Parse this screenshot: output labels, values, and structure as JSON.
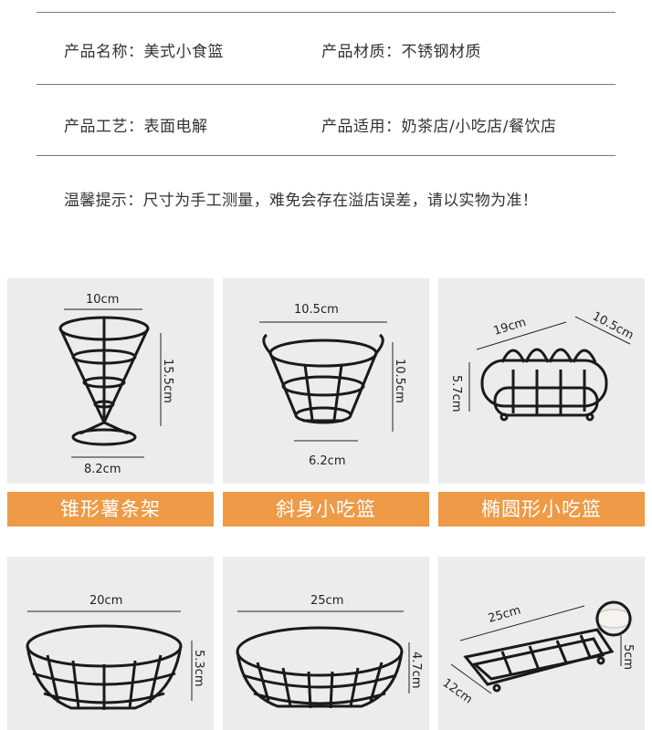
{
  "specs": {
    "name": "产品名称：美式小食篮",
    "material": "产品材质：不锈钢材质",
    "craft": "产品工艺：表面电解",
    "usage": "产品适用：奶茶店/小吃店/餐饮店"
  },
  "note": "温馨提示：尺寸为手工测量，难免会存在溢店误差，请以实物为准！",
  "products": [
    {
      "label": "锥形薯条架",
      "dims": [
        "10cm",
        "15.5cm",
        "8.2cm"
      ]
    },
    {
      "label": "斜身小吃篮",
      "dims": [
        "10.5cm",
        "10.5cm",
        "6.2cm"
      ]
    },
    {
      "label": "椭圆形小吃篮",
      "dims": [
        "19cm",
        "10.5cm",
        "5.7cm"
      ]
    },
    {
      "label": "",
      "dims": [
        "20cm",
        "5.3cm"
      ]
    },
    {
      "label": "",
      "dims": [
        "25cm",
        "4.7cm"
      ]
    },
    {
      "label": "",
      "dims": [
        "25cm",
        "12cm",
        "5cm"
      ]
    }
  ],
  "colors": {
    "label_bg": "#ee9a46",
    "card_bg": "#ececec",
    "wire": "#1a1a1a"
  }
}
